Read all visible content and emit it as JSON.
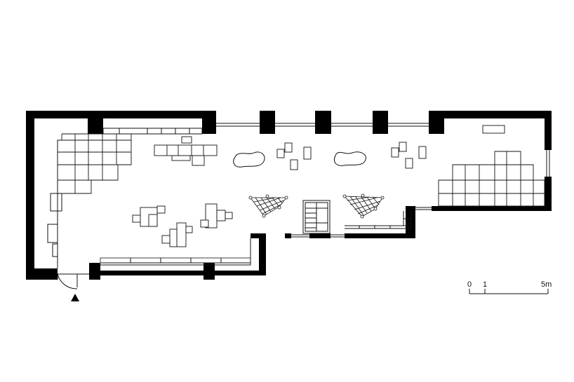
{
  "drawing": {
    "type": "floor-plan",
    "colors": {
      "wall": "#000000",
      "line": "#1a1a1a",
      "background": "#ffffff"
    },
    "icons": {
      "entrance": "entrance-arrow-icon",
      "stair": "stair-icon"
    }
  },
  "scale_bar": {
    "labels": [
      "0",
      "1",
      "5m"
    ],
    "units": "m",
    "ticks_m": [
      0,
      1,
      5
    ]
  }
}
